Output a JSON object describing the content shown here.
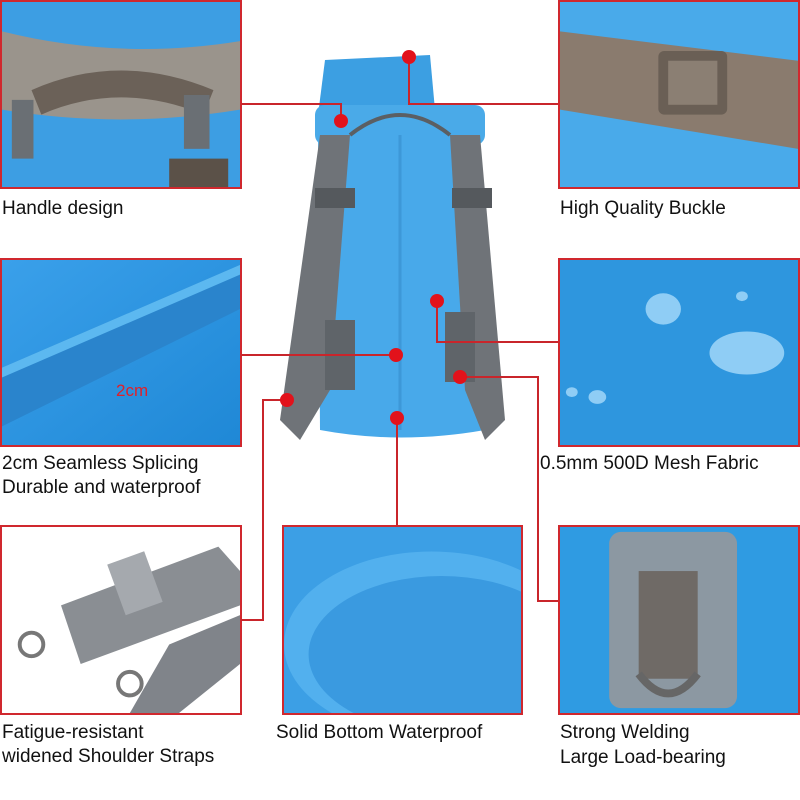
{
  "features": {
    "handle": {
      "lines": [
        "Handle design"
      ]
    },
    "buckle": {
      "lines": [
        "High Quality Buckle"
      ]
    },
    "splicing": {
      "lines": [
        "2cm Seamless Splicing",
        "Durable and waterproof"
      ],
      "measure": "2cm"
    },
    "fabric": {
      "lines": [
        "0.5mm 500D Mesh Fabric"
      ]
    },
    "straps": {
      "lines": [
        "Fatigue-resistant",
        "widened Shoulder Straps"
      ]
    },
    "bottom": {
      "lines": [
        "Solid Bottom Waterproof"
      ]
    },
    "welding": {
      "lines": [
        "Strong Welding",
        "Large Load-bearing"
      ]
    }
  },
  "colors": {
    "accent": "#d0282e",
    "bag": "#3ea3e6",
    "strap": "#6f7378"
  }
}
